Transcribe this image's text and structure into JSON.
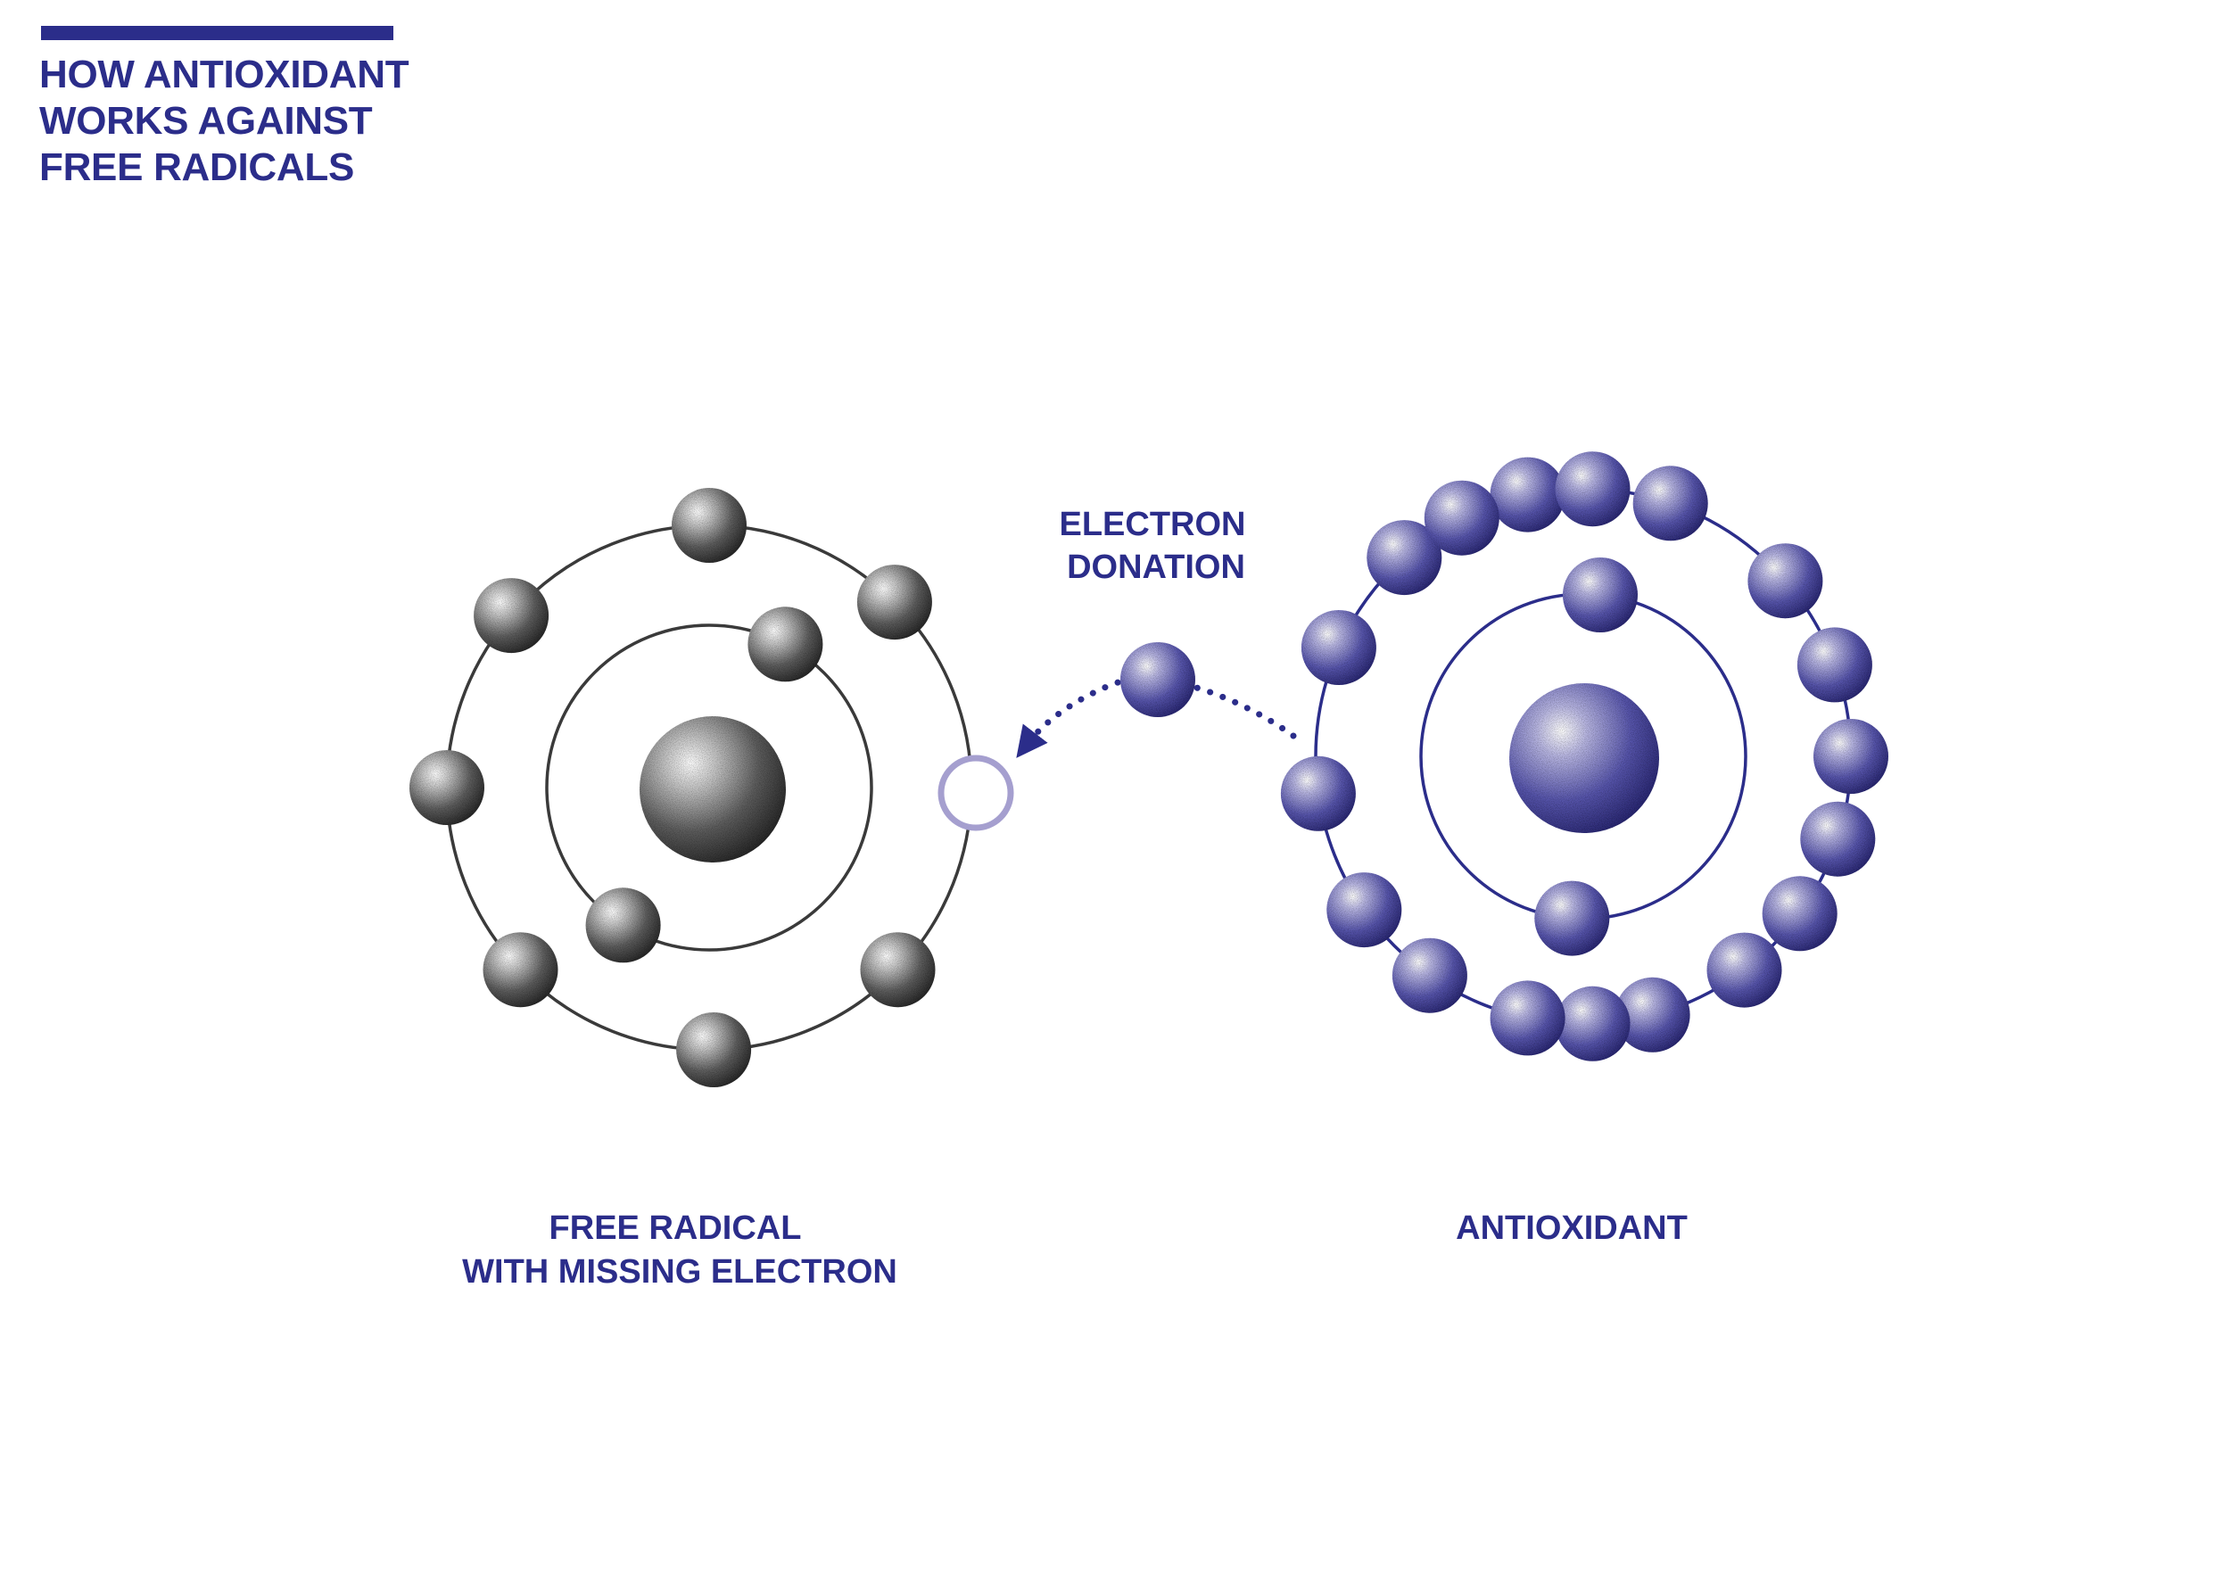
{
  "heading": {
    "lines": [
      "HOW ANTIOXIDANT",
      "WORKS AGAINST",
      "FREE RADICALS"
    ]
  },
  "donation_label": [
    "ELECTRON",
    "DONATION"
  ],
  "free_radical": {
    "caption": [
      "FREE RADICAL",
      "WITH MISSING ELECTRON"
    ],
    "inner_electrons": 2,
    "outer_electrons": 7,
    "missing_electrons": 1,
    "color": "#4a4a4a"
  },
  "antioxidant": {
    "caption": [
      "ANTIOXIDANT"
    ],
    "inner_electrons": 2,
    "outer_electrons": 18,
    "color": "#3d3b96"
  },
  "colors": {
    "title": "#2b2d8a",
    "orbit_free_radical": "#3a3a3a",
    "orbit_antioxidant": "#2b2d8a",
    "missing_electron": "#a59fcf",
    "arrow": "#2b2d8a"
  }
}
